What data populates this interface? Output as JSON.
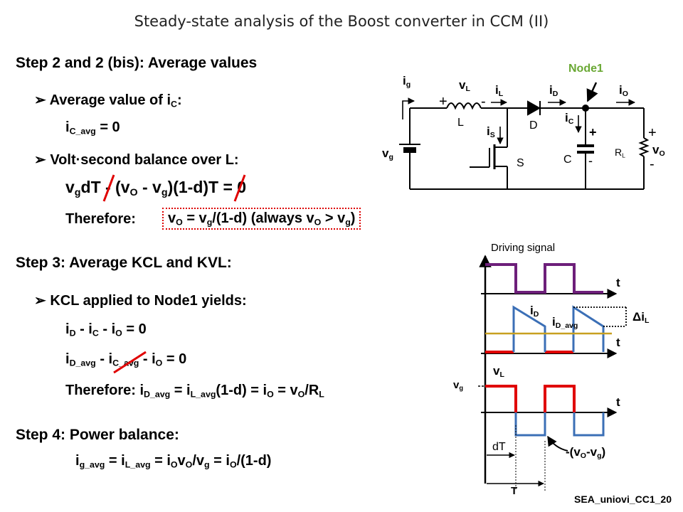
{
  "title": "Steady-state analysis of the Boost converter in CCM (II)",
  "step2": {
    "heading": "Step 2 and 2 (bis): Average values",
    "bullet1": "Average value of i",
    "bullet1_sub": "C",
    "bullet1_tail": ":",
    "eq1_a": "i",
    "eq1_sub": "C_avg",
    "eq1_b": " = 0",
    "bullet2": "Volt·second balance over L:",
    "eq2": [
      "v",
      "g",
      "dT - (v",
      "O",
      " - v",
      "g",
      ")(1-d)T = 0"
    ],
    "therefore_label": "Therefore:",
    "boxed": [
      "v",
      "O",
      " = v",
      "g",
      "/(1-d)  (always v",
      "O",
      " > v",
      "g",
      ")"
    ]
  },
  "step3": {
    "heading": "Step 3: Average KCL and KVL:",
    "bullet": "KCL applied to Node1 yields:",
    "eq1": [
      "i",
      "D",
      " - i",
      "C",
      " - i",
      "O",
      " = 0"
    ],
    "eq2": [
      "i",
      "D_avg",
      " - i",
      "C_avg",
      " - i",
      "O",
      " = 0"
    ],
    "eq3_label": "Therefore: ",
    "eq3": [
      "i",
      "D_avg",
      " = i",
      "L_avg",
      "(1-d) = i",
      "O",
      " = v",
      "O",
      "/R",
      "L"
    ]
  },
  "step4": {
    "heading": "Step 4: Power balance:",
    "eq": [
      "i",
      "g_avg",
      " = i",
      "L_avg",
      " = i",
      "O",
      "v",
      "O",
      "/v",
      "g",
      " = i",
      "O",
      "/(1-d)"
    ]
  },
  "circuit": {
    "node_label": "Node1",
    "ig": [
      "i",
      "g"
    ],
    "vL": [
      "v",
      "L"
    ],
    "iL": [
      "i",
      "L"
    ],
    "iD": [
      "i",
      "D"
    ],
    "iO": [
      "i",
      "O"
    ],
    "iC": [
      "i",
      "C"
    ],
    "iS": [
      "i",
      "S"
    ],
    "vg": [
      "v",
      "g"
    ],
    "vO": [
      "v",
      "O"
    ],
    "RL": [
      "R",
      "L"
    ],
    "L": "L",
    "D": "D",
    "S": "S",
    "C": "C",
    "plus": "+",
    "minus": "-"
  },
  "waveforms": {
    "driving_signal": "Driving signal",
    "t": "t",
    "iD": [
      "i",
      "D"
    ],
    "iD_avg": [
      "i",
      "D_avg"
    ],
    "delta_iL": [
      "Δi",
      "L"
    ],
    "vL": [
      "v",
      "L"
    ],
    "vg": [
      "v",
      "g"
    ],
    "neg_label": [
      "-(v",
      "O",
      "-v",
      "g",
      ")"
    ],
    "dT": "dT",
    "T": "T"
  },
  "footer": "SEA_uniovi_CC1_20",
  "colors": {
    "purple": "#6d1f7a",
    "red": "#e00000",
    "blue": "#3b6fb6",
    "gold": "#c8a020",
    "node_arrow": "#6aa834",
    "box": "#dd0000"
  }
}
